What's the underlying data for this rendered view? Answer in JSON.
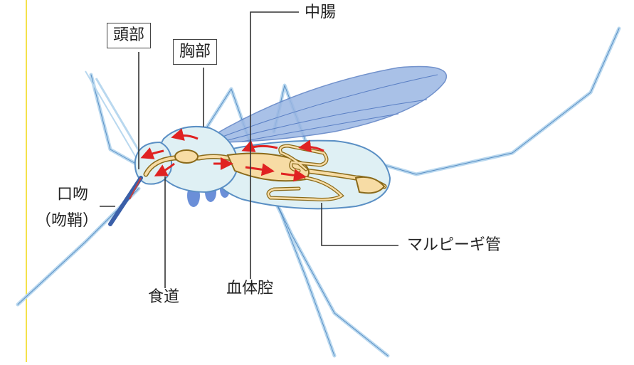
{
  "labels": {
    "head": "頭部",
    "thorax": "胸部",
    "midgut": "中腸",
    "proboscis": "口吻",
    "proboscis_sheath": "（吻鞘）",
    "esophagus": "食道",
    "hemocoel": "血体腔",
    "malpighian": "マルピーギ管"
  },
  "colors": {
    "body_fill": "#dff0f4",
    "body_outline": "#5a8fc4",
    "limb": "#b9d8ef",
    "wing": "#7c9fd6",
    "gut_fill": "#f7dca5",
    "gut_outline": "#8a6a1a",
    "flow_arrow": "#e02222",
    "left_rule": "#f4e24a"
  }
}
